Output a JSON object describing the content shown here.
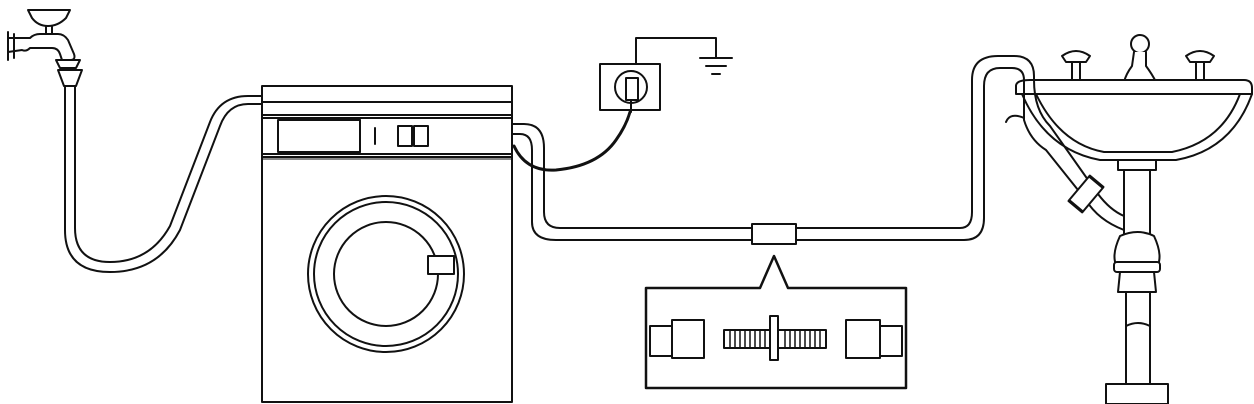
{
  "diagram": {
    "kind": "washing machine installation schematic",
    "components": [
      {
        "id": "water-tap",
        "icon": "faucet-icon"
      },
      {
        "id": "inlet-hose",
        "icon": "hose-icon"
      },
      {
        "id": "washing-machine",
        "icon": "washing-machine-icon"
      },
      {
        "id": "power-socket",
        "icon": "socket-icon"
      },
      {
        "id": "ground",
        "icon": "ground-symbol-icon"
      },
      {
        "id": "drain-hose",
        "icon": "hose-icon"
      },
      {
        "id": "hose-coupler",
        "icon": "coupler-icon"
      },
      {
        "id": "coupler-detail",
        "icon": "magnifier-callout-icon"
      },
      {
        "id": "sink",
        "icon": "sink-icon"
      },
      {
        "id": "siphon",
        "icon": "siphon-trap-icon"
      }
    ],
    "colors": {
      "stroke": "#111111",
      "background": "#ffffff",
      "fill_light": "#f5f5f5"
    }
  }
}
